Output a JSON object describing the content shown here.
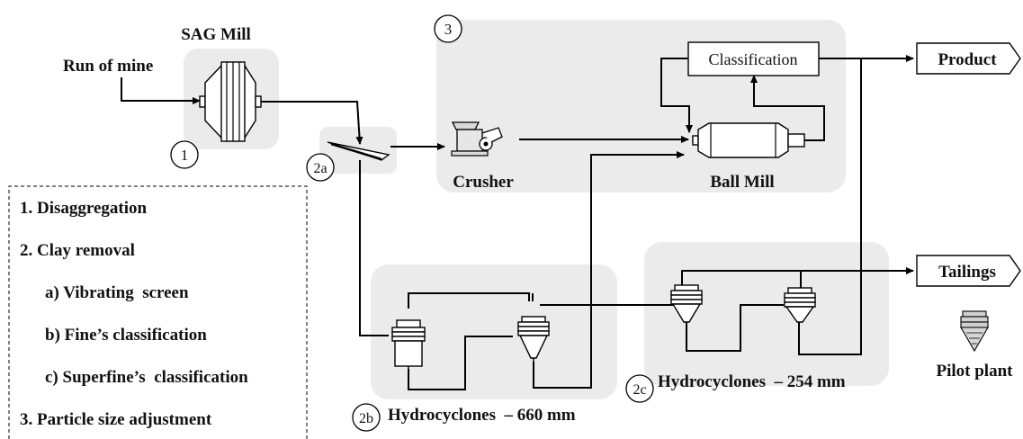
{
  "nodes": {
    "sag_mill": "SAG Mill",
    "run_of_mine": "Run of mine",
    "crusher": "Crusher",
    "ball_mill": "Ball Mill",
    "classification": "Classification",
    "product": "Product",
    "tailings": "Tailings",
    "pilot_plant": "Pilot plant",
    "hydro_660": "Hydrocyclones  – 660 mm",
    "hydro_254": "Hydrocyclones  – 254 mm"
  },
  "stages": {
    "s1": "1",
    "s2a": "2a",
    "s2b": "2b",
    "s2c": "2c",
    "s3": "3"
  },
  "legend": {
    "item1": "1. Disaggregation",
    "item2": "2. Clay removal",
    "item2a": "a) Vibrating  screen",
    "item2b": "b) Fine’s classification",
    "item2c": "c) Superfine’s  classification",
    "item3": "3. Particle size adjustment"
  },
  "colors": {
    "zone_fill": "#ebebeb",
    "line": "#000000"
  }
}
